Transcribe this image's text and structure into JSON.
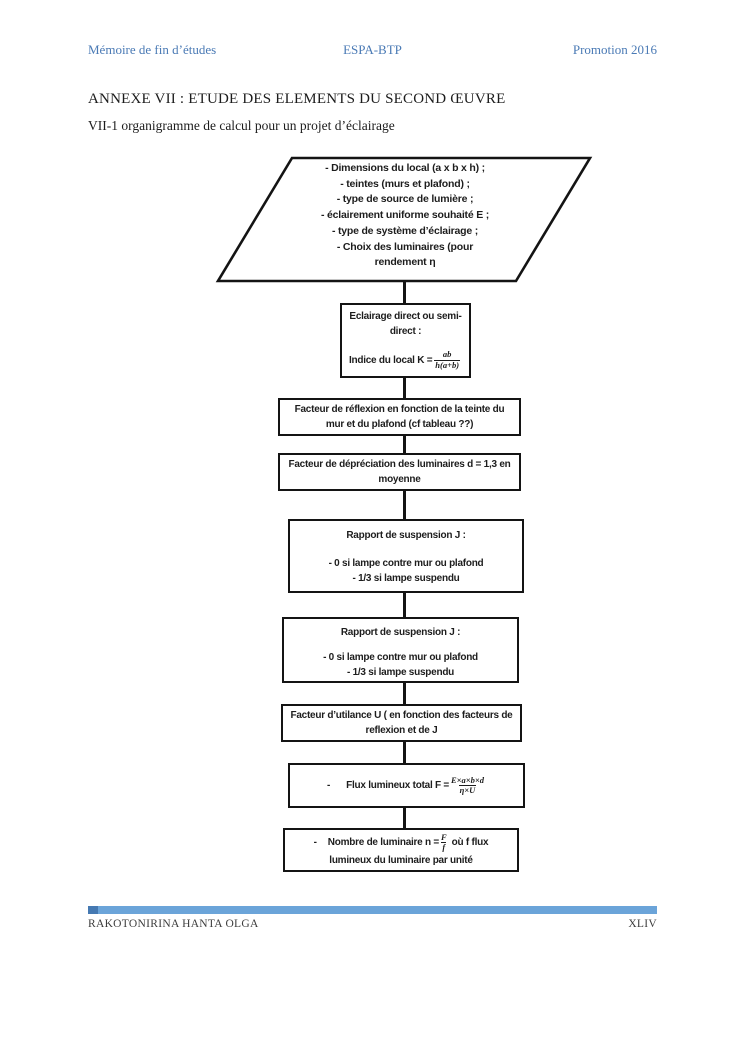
{
  "header": {
    "left": "Mémoire de fin d’études",
    "center": "ESPA-BTP",
    "right": "Promotion 2016"
  },
  "title": "ANNEXE VII : ETUDE DES ELEMENTS DU SECOND ŒUVRE",
  "subtitle": "VII-1 organigramme de calcul pour un projet d’éclairage",
  "flowchart": {
    "parallelogram": {
      "lines": [
        "- Dimensions du local (a x b x h) ;",
        "- teintes (murs et plafond) ;",
        "- type de source de lumière ;",
        "- éclairement uniforme souhaité E ;",
        "- type de système d’éclairage ;",
        "- Choix des luminaires (pour",
        "rendement η"
      ]
    },
    "box1": {
      "title": "Eclairage direct ou semi-direct :",
      "formula_prefix": "Indice du local K =",
      "frac_num": "ab",
      "frac_den": "h(a+b)"
    },
    "box2": {
      "text": "Facteur de réflexion en fonction de la teinte du mur et du plafond (cf tableau ??)"
    },
    "box3": {
      "text": "Facteur de dépréciation des luminaires d = 1,3 en moyenne"
    },
    "box4": {
      "title": "Rapport de suspension J :",
      "bullets": [
        "- 0 si lampe contre mur ou plafond",
        "- 1/3 si lampe suspendu"
      ]
    },
    "box5": {
      "title": "Rapport de suspension J :",
      "bullets": [
        "- 0 si lampe contre mur ou plafond",
        "- 1/3 si lampe suspendu"
      ]
    },
    "box6": {
      "text": "Facteur d’utilance U ( en fonction des facteurs de reflexion et de J"
    },
    "box7": {
      "bullet": "-",
      "formula_prefix": "Flux lumineux total F =",
      "frac_num": "E×a×b×d",
      "frac_den": "η×U"
    },
    "box8": {
      "bullet": "-",
      "line1_prefix": "Nombre de luminaire n =",
      "frac_num": "F",
      "frac_den": "f",
      "line1_suffix": "où f flux",
      "line2": "lumineux du luminaire par unité"
    }
  },
  "footer": {
    "left": "RAKOTONIRINA HANTA OLGA",
    "right": "XLIV"
  },
  "colors": {
    "header_blue": "#4a7ab5",
    "footer_bar": "#6ba4d9",
    "footer_bar_accent": "#4579b2"
  }
}
